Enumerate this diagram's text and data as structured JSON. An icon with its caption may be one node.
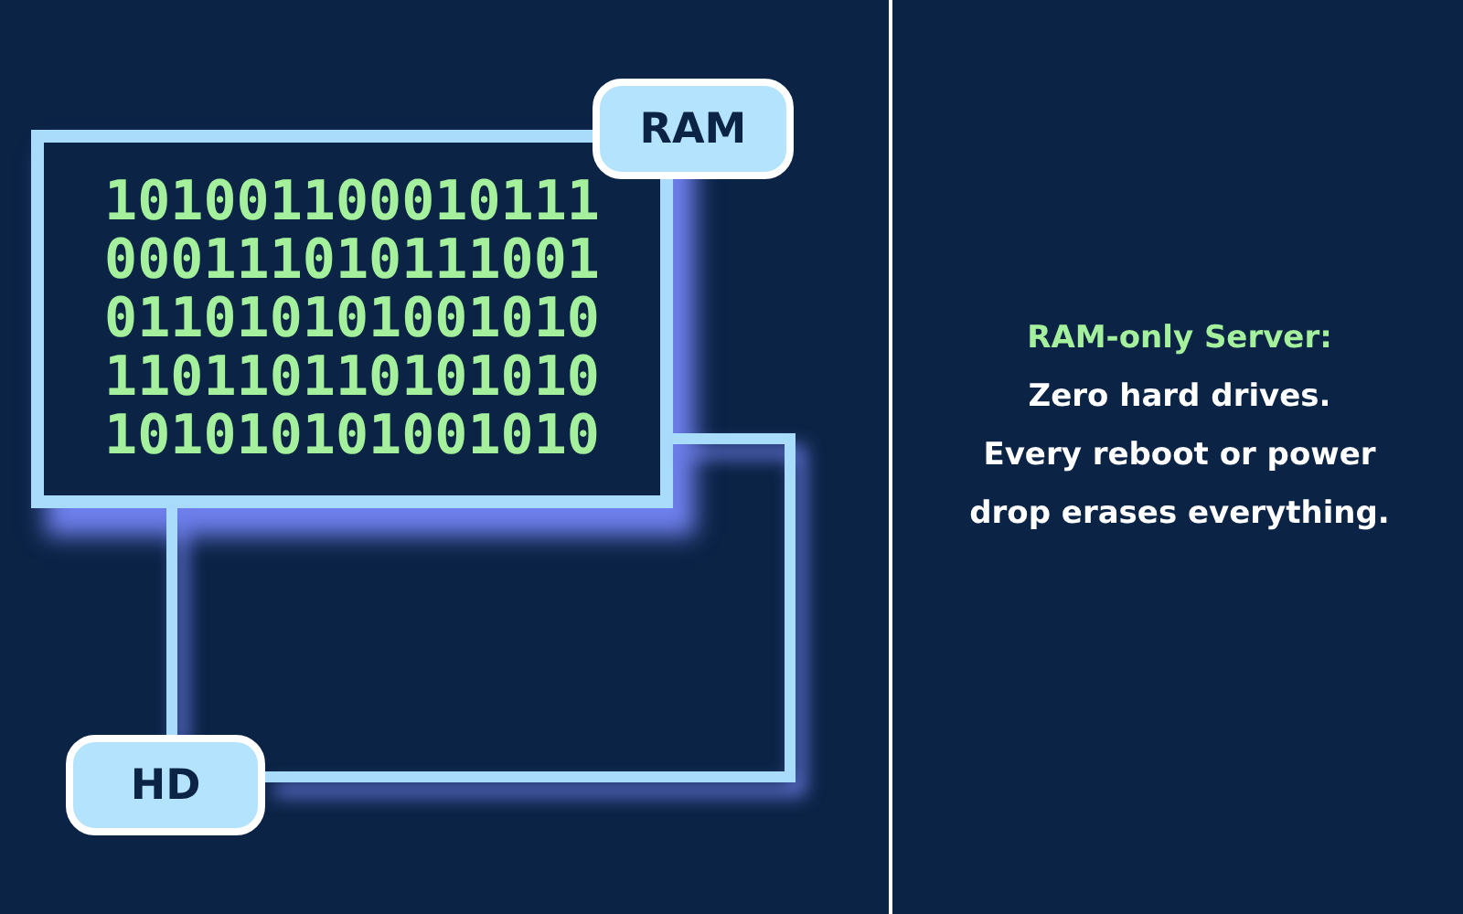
{
  "diagram": {
    "nodes": [
      {
        "text": [
          "101001100010111 000111010111001 011010101001010 110110110101010 101010101001010"
        ]
      },
      {
        "text": [
          "RAM"
        ]
      },
      {
        "text": [
          "HD"
        ]
      }
    ],
    "edges": [
      {
        "from": 0,
        "to": 2,
        "arrow": "none"
      },
      {
        "from": 0,
        "to": 2,
        "arrow": "none"
      }
    ],
    "labels": [
      "RAM-only Server:",
      "Zero hard drives.",
      "Every reboot or power drop erases everything."
    ]
  }
}
